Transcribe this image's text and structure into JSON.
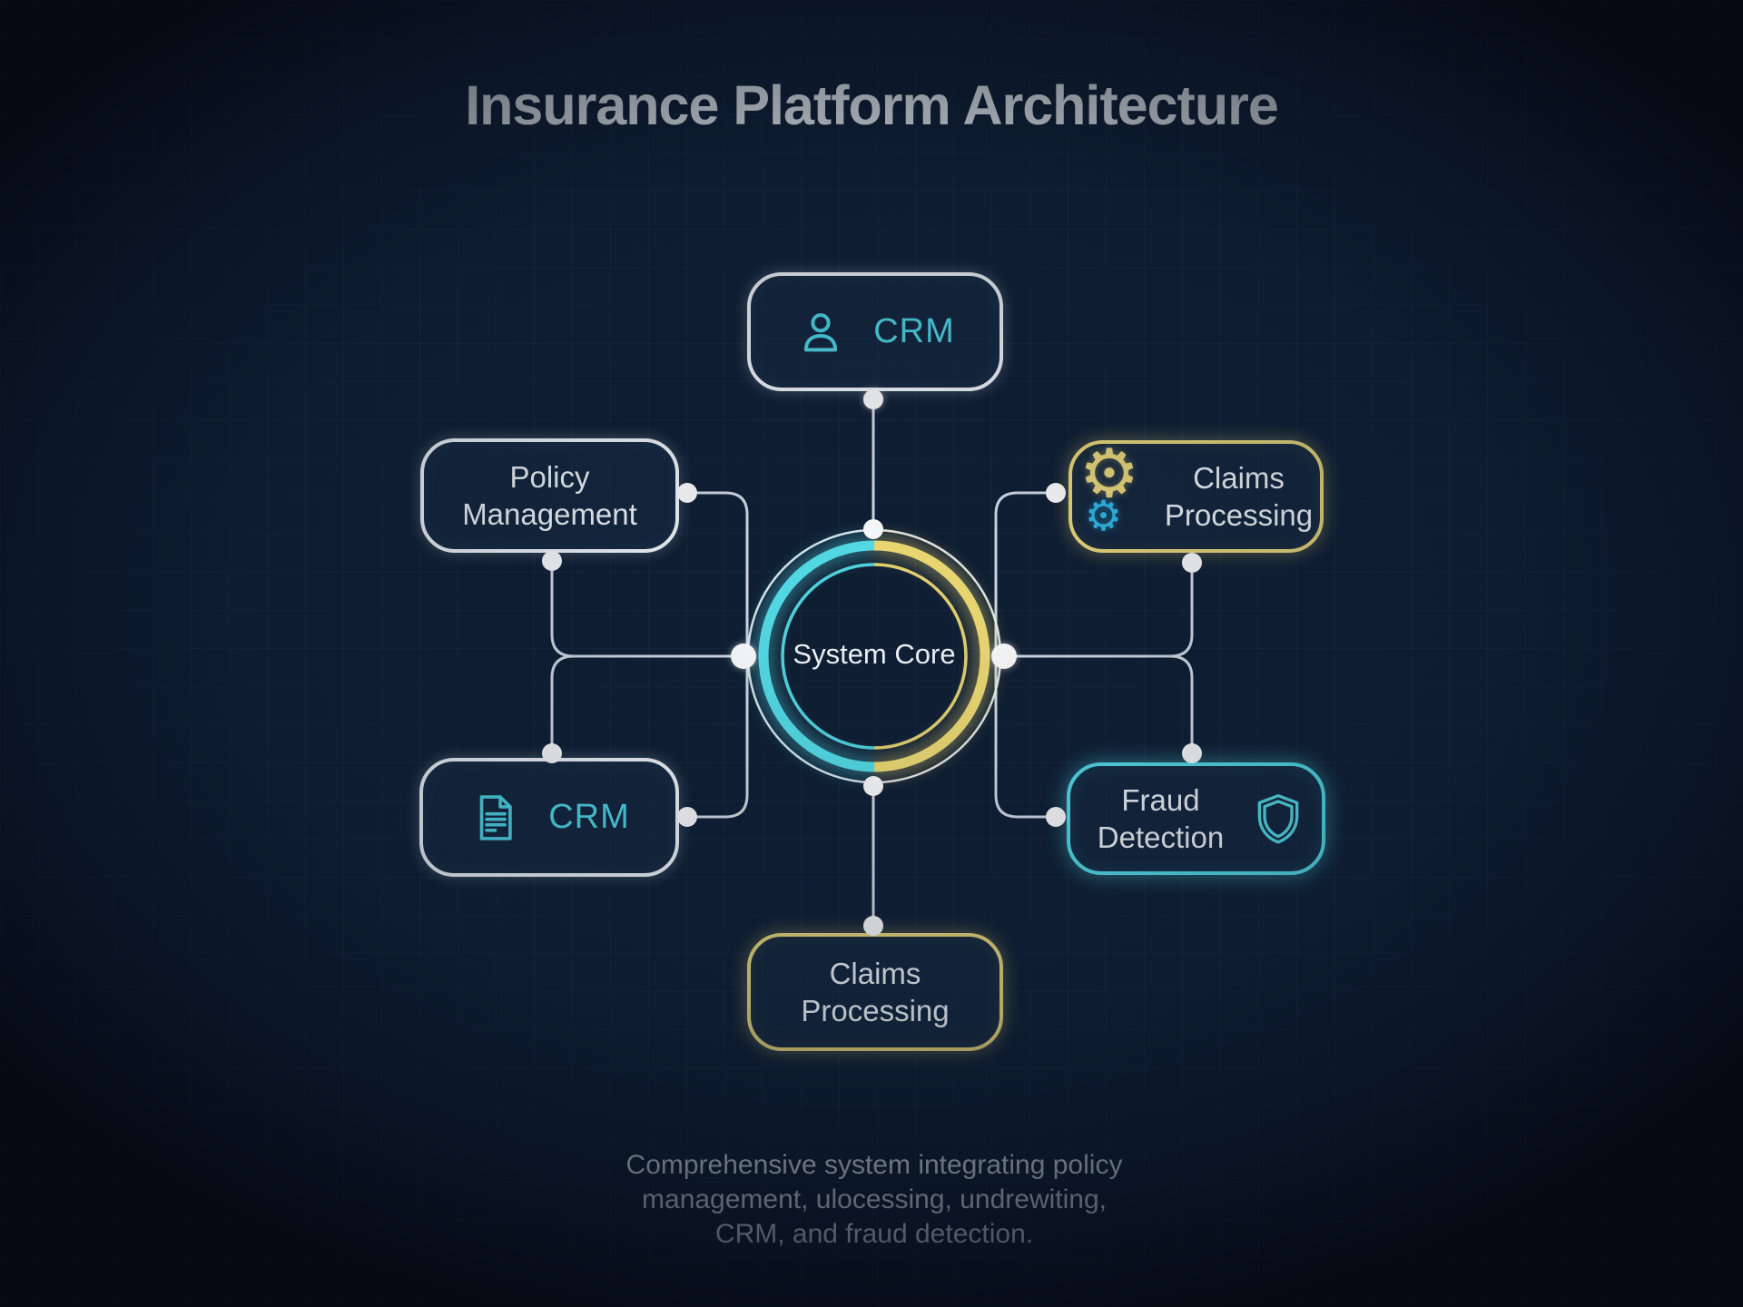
{
  "title": "Insurance Platform Architecture",
  "core": {
    "label": "System Core"
  },
  "nodes": {
    "crm_top": {
      "label": "CRM",
      "icon": "person-icon"
    },
    "policy": {
      "label": "Policy Management",
      "icon": null
    },
    "claims_right": {
      "label": "Claims Processing",
      "icon": "gears-icon"
    },
    "crm_left": {
      "label": "CRM",
      "icon": "document-icon"
    },
    "fraud": {
      "label": "Fraud Detection",
      "icon": "shield-icon"
    },
    "claims_bottom": {
      "label": "Claims Processing",
      "icon": null
    }
  },
  "icons": {
    "gear_glyph": "⚙"
  },
  "caption": {
    "lines": [
      "Comprehensive system integrating policy",
      "management, ulocessing, undrewiting,",
      "CRM, and fraud detection."
    ]
  },
  "colors": {
    "background": "#0f1e33",
    "text-primary": "#f2f6fa",
    "caption": "#d3dbe6",
    "accent-cyan": "#4fd6e6",
    "accent-cyan-bright": "#55dee9",
    "accent-yellow": "#ecd97b",
    "accent-yellow-bright": "#f0dc74",
    "node-border-white": "#f4f8fc",
    "connector": "#e8eef6",
    "dot": "#ffffff"
  }
}
